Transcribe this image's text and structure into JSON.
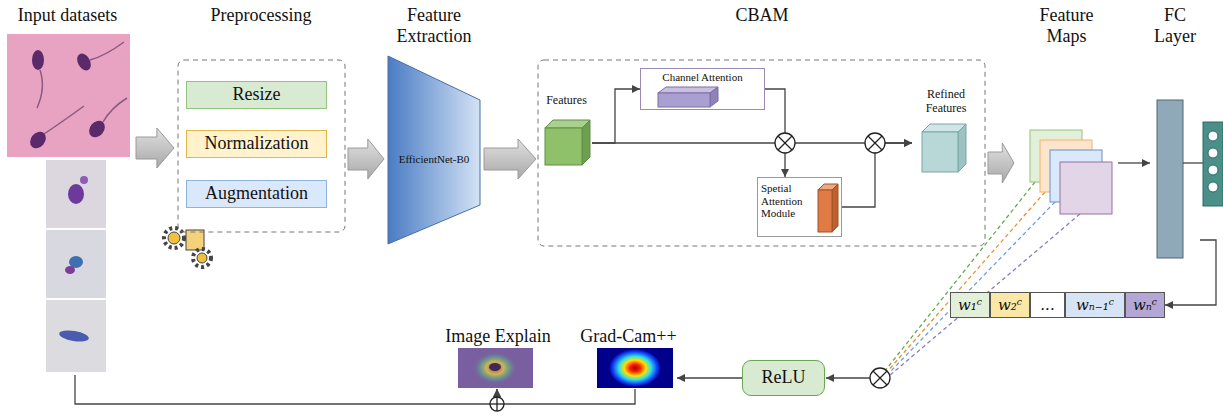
{
  "diagram": {
    "nodes": [
      {
        "text": [
          "Input datasets"
        ]
      },
      {
        "text": [
          "Preprocessing"
        ]
      },
      {
        "text": [
          "Resize"
        ],
        "in": 1
      },
      {
        "text": [
          "Normalization"
        ],
        "in": 1
      },
      {
        "text": [
          "Augmentation"
        ],
        "in": 1
      },
      {
        "text": [
          "Feature Extraction",
          "EfficientNet-B0"
        ]
      },
      {
        "text": [
          "CBAM"
        ]
      },
      {
        "text": [
          "Features"
        ],
        "in": 6
      },
      {
        "text": [
          "Channel Attention"
        ],
        "in": 6
      },
      {
        "text": [
          "Spetial Attention Module"
        ],
        "in": 6
      },
      {
        "text": [
          "Refined Features"
        ],
        "in": 6
      },
      {
        "text": [
          "Feature Maps"
        ]
      },
      {
        "text": [
          "FC Layer"
        ]
      },
      {
        "text": [
          "w₁ᶜ"
        ]
      },
      {
        "text": [
          "w₂ᶜ"
        ]
      },
      {
        "text": [
          "..."
        ]
      },
      {
        "text": [
          "wₙ₋₁ᶜ"
        ]
      },
      {
        "text": [
          "wₙᶜ"
        ]
      },
      {
        "text": [
          "ReLU"
        ]
      },
      {
        "text": [
          "Grad-Cam++"
        ]
      },
      {
        "text": [
          "Image Explain"
        ]
      }
    ],
    "edges": [
      {
        "from": 0,
        "to": 1,
        "arrow": "to"
      },
      {
        "from": 1,
        "to": 5,
        "arrow": "to"
      },
      {
        "from": 5,
        "to": 6,
        "arrow": "to"
      },
      {
        "from": 6,
        "to": 11,
        "arrow": "to"
      },
      {
        "from": 11,
        "to": 12,
        "arrow": "to"
      },
      {
        "from": 12,
        "to": 17,
        "arrow": "to"
      },
      {
        "from": 7,
        "to": 8,
        "arrow": "to"
      },
      {
        "from": 7,
        "to": 10,
        "arrow": "to"
      },
      {
        "from": 8,
        "to": 9,
        "arrow": "to"
      },
      {
        "from": 9,
        "to": 10,
        "arrow": "to"
      },
      {
        "from": 18,
        "to": 19,
        "arrow": "to"
      },
      {
        "from": 19,
        "to": 20,
        "arrow": "to"
      },
      {
        "from": 0,
        "to": 20,
        "arrow": "to"
      }
    ]
  }
}
